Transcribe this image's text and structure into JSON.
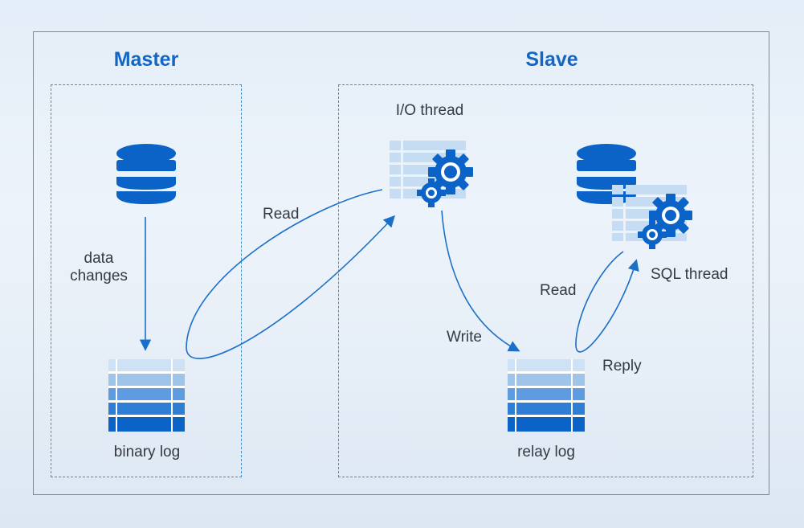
{
  "master": {
    "title": "Master",
    "data_changes_label": [
      "data",
      "changes"
    ],
    "binary_log_label": "binary log"
  },
  "slave": {
    "title": "Slave",
    "io_thread_label": "I/O thread",
    "sql_thread_label": "SQL thread",
    "relay_log_label": "relay log"
  },
  "arrows": {
    "read_master": "Read",
    "write_relay": "Write",
    "read_relay": "Read",
    "reply": "Reply"
  },
  "icons": {
    "database": "database-icon",
    "log": "table-log-icon",
    "thread": "gear-table-icon"
  },
  "colors": {
    "accent": "#1366c4",
    "border": "#4a97d2",
    "dashed": "#3f8fc9",
    "text": "#333a44",
    "icon_dark": "#0b62c7",
    "icon_light": "#c5dcf2"
  }
}
